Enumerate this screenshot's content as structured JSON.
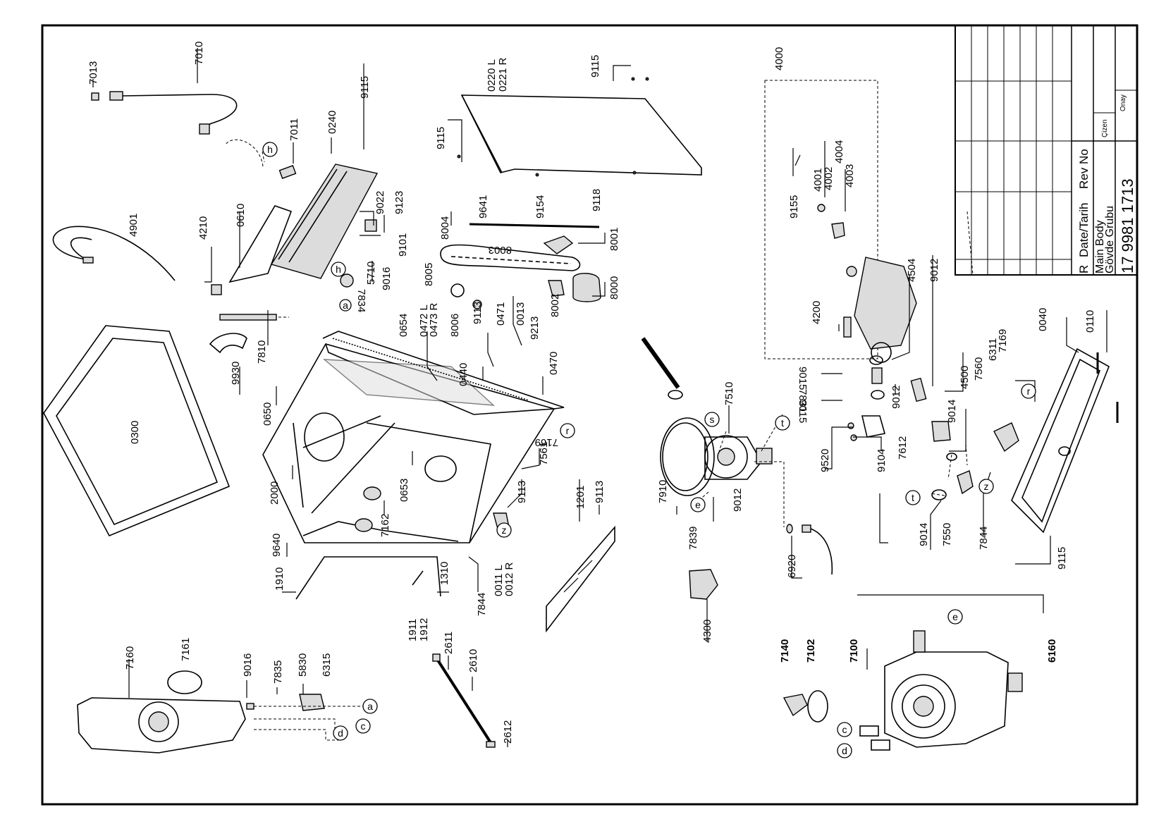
{
  "title_block": {
    "col_r": "R",
    "col_date": "Date/Tarih",
    "col_rev": "Rev No",
    "title_en": "Main Body",
    "title_tr": "Gövde Grubu",
    "drawing_no": "17 9981 1713",
    "drawn_by": "Çizen",
    "approved_by": "Onay"
  },
  "parts": {
    "p7013": "7013",
    "p7010": "7010",
    "p7011": "7011",
    "p0240": "0240",
    "p9115a": "9115",
    "p0220": "0220 L",
    "p0221": "0221 R",
    "p9115b": "9115",
    "p9115c": "9115",
    "p4901": "4901",
    "p4210": "4210",
    "p0610": "0610",
    "p9022": "9022",
    "p9123": "9123",
    "p9101": "9101",
    "p5710": "5710",
    "p9016a": "9016",
    "p7834": "7834",
    "p9641": "9641",
    "p9154": "9154",
    "p9118": "9118",
    "p8004": "8004",
    "p8001": "8001",
    "p8003": "8003",
    "p8005": "8005",
    "p8000": "8000",
    "p8002": "8002",
    "p7810": "7810",
    "p9930": "9930",
    "p0300": "0300",
    "p0654": "0654",
    "p0472": "0472 L",
    "p0473": "0473 R",
    "p8006": "8006",
    "p9113a": "9113",
    "p0471": "0471",
    "p0013": "0013",
    "p9213": "9213",
    "p0440": "0440",
    "p0470": "0470",
    "p0650": "0650",
    "p7169a": "7169",
    "p7561": "7561",
    "p2000": "2000",
    "p0653": "0653",
    "p7162": "7162",
    "p9113b": "9113",
    "p9640": "9640",
    "p1910": "1910",
    "p1310": "1310",
    "p1911": "1911",
    "p1912": "1912",
    "p7844a": "7844",
    "p0011": "0011 L",
    "p0012": "0012 R",
    "p1201": "1201",
    "p9113c": "9113",
    "p2611": "2611",
    "p2610": "2610",
    "p2612": "2612",
    "p7160": "7160",
    "p7161": "7161",
    "p9016b": "9016",
    "p7835": "7835",
    "p5830": "5830",
    "p6315": "6315",
    "p4000": "4000",
    "p9155": "9155",
    "p4001": "4001",
    "p4002": "4002",
    "p4004": "4004",
    "p4003": "4003",
    "p4200": "4200",
    "p4504": "4504",
    "p9012a": "9012",
    "p9015a": "9015",
    "p7831": "7831",
    "p9015b": "9015",
    "p9012b": "9012",
    "p4500": "4500",
    "p7510": "7510",
    "p9520": "9520",
    "p9104": "9104",
    "p7612": "7612",
    "p9014a": "9014",
    "p7910": "7910",
    "p7839": "7839",
    "p9012c": "9012",
    "p6920": "6920",
    "p4300": "4300",
    "p9014b": "9014",
    "p7550": "7550",
    "p7560": "7560",
    "p6311": "6311",
    "p7169b": "7169",
    "p7844b": "7844",
    "p0040": "0040",
    "p0110": "0110",
    "p9115d": "9115",
    "p7140": "7140",
    "p7102": "7102",
    "p7100": "7100",
    "p6160": "6160"
  },
  "callouts": {
    "h1": "h",
    "h2": "h",
    "a1": "a",
    "a2": "a",
    "r1": "r",
    "r2": "r",
    "z1": "z",
    "z2": "z",
    "s": "s",
    "t1": "t",
    "t2": "t",
    "e1": "e",
    "e2": "e",
    "c1": "c",
    "d1": "d",
    "c2": "c",
    "d2": "d"
  }
}
